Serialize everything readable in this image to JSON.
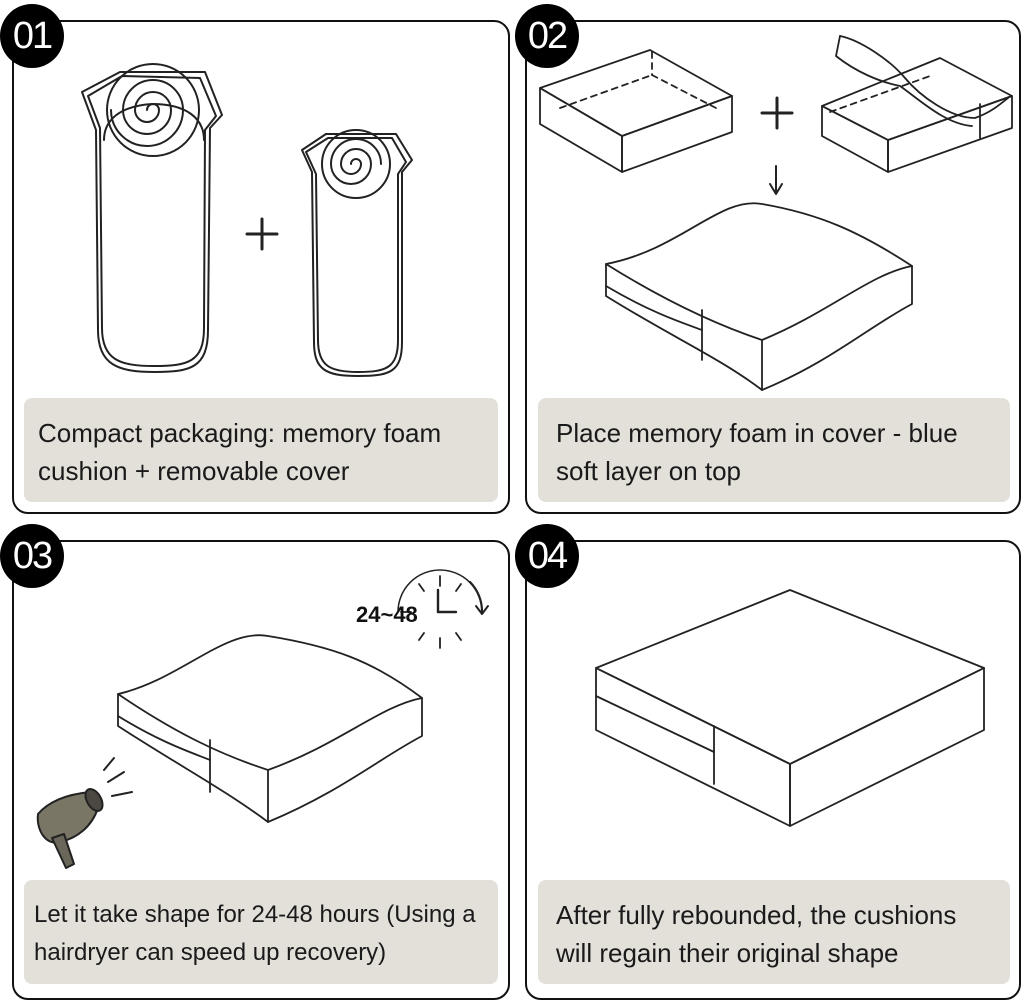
{
  "steps": [
    {
      "number": "01",
      "caption": "Compact packaging: memory foam cushion + removable cover"
    },
    {
      "number": "02",
      "caption": "Place memory foam in cover - blue soft layer on top"
    },
    {
      "number": "03",
      "caption": "Let it take shape for 24-48 hours (Using a hairdryer can speed up recovery)",
      "clock_label": "24~48"
    },
    {
      "number": "04",
      "caption": "After fully rebounded, the cushions will regain their original shape"
    }
  ],
  "icons": {
    "step1": [
      "rolled-foam-icon",
      "plus-icon",
      "rolled-cover-icon"
    ],
    "step2": [
      "foam-block-icon",
      "plus-icon",
      "open-cover-icon",
      "arrow-down-icon",
      "wavy-cushion-icon"
    ],
    "step3": [
      "clock-icon",
      "wavy-cushion-icon",
      "hairdryer-icon"
    ],
    "step4": [
      "flat-cushion-icon"
    ]
  }
}
